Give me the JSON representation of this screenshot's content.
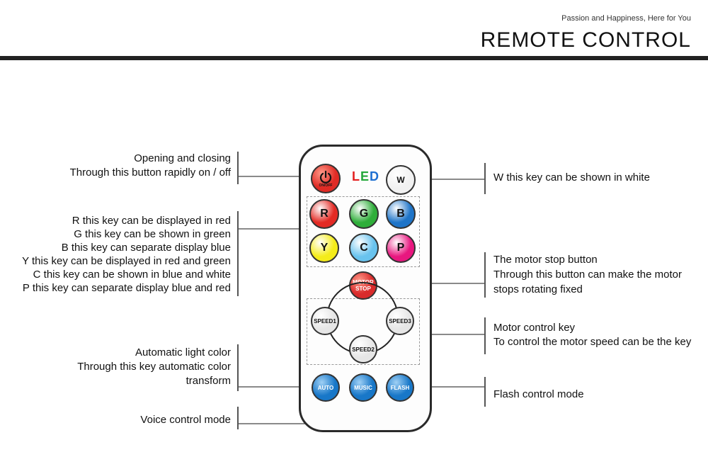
{
  "header": {
    "tagline": "Passion and Happiness, Here for You",
    "title": "REMOTE CONTROL"
  },
  "remote": {
    "led_label": "LED",
    "led_letters": [
      {
        "char": "L",
        "color": "#e32020"
      },
      {
        "char": "E",
        "color": "#24a83a"
      },
      {
        "char": "D",
        "color": "#1d6fd1"
      }
    ],
    "power": {
      "sub_label": "ON/OFF",
      "color": "#e02b25"
    },
    "white": {
      "label": "W",
      "color": "#f1f1f1"
    },
    "color_keys": [
      {
        "label": "R",
        "color": "#e32a24"
      },
      {
        "label": "G",
        "color": "#2fae3a"
      },
      {
        "label": "B",
        "color": "#1e74c8"
      },
      {
        "label": "Y",
        "color": "#f4ec1a"
      },
      {
        "label": "C",
        "color": "#69c3ee"
      },
      {
        "label": "P",
        "color": "#e8177f"
      }
    ],
    "motor_stop": {
      "line1": "MOTOR",
      "line2": "STOP",
      "color": "#d92b2b"
    },
    "speed_keys": [
      {
        "label": "SPEED1"
      },
      {
        "label": "SPEED3"
      },
      {
        "label": "SPEED2"
      }
    ],
    "mode_keys": [
      {
        "label": "AUTO",
        "color": "#1877c8"
      },
      {
        "label": "MUSIC",
        "color": "#1877c8"
      },
      {
        "label": "FLASH",
        "color": "#1877c8"
      }
    ]
  },
  "annotations": {
    "power": [
      "Opening and closing",
      "Through this button rapidly on / off"
    ],
    "colors": [
      "R this key can be displayed in red",
      "G this key can be shown in green",
      "B this key can separate display blue",
      "Y this key can be displayed in red and green",
      "C this key can be shown in blue and white",
      "P this key can separate display blue and red"
    ],
    "auto": [
      "Automatic light color",
      "Through this key automatic color",
      "transform"
    ],
    "music": [
      "Voice control mode"
    ],
    "white": [
      "W this key can be shown in white"
    ],
    "motor_stop": [
      "The motor stop button",
      "Through this button can make the motor",
      "stops rotating fixed"
    ],
    "speed": [
      "Motor control key",
      "To control the motor speed can be the key"
    ],
    "flash": [
      "Flash control mode"
    ]
  }
}
